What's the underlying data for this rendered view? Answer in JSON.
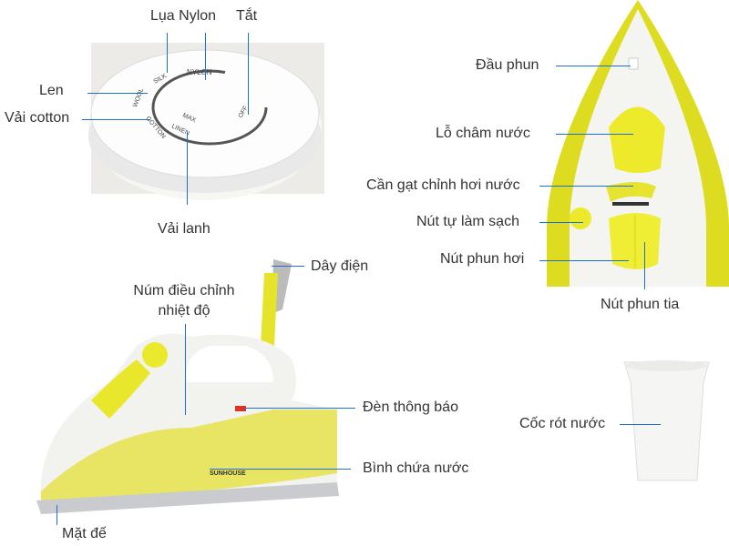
{
  "labels": {
    "silk_nylon": "Lụa Nylon",
    "off": "Tắt",
    "wool": "Len",
    "cotton": "Vải cotton",
    "linen": "Vải lanh",
    "spray_head": "Đầu phun",
    "water_inlet": "Lỗ châm nước",
    "steam_lever": "Cần gạt chỉnh hơi nước",
    "self_clean": "Nút tự làm sạch",
    "steam_burst": "Nút phun hơi",
    "spray_button": "Nút phun tia",
    "power_cord": "Dây điện",
    "temp_knob_line1": "Núm điều chỉnh",
    "temp_knob_line2": "nhiệt độ",
    "indicator_light": "Đèn thông báo",
    "water_tank": "Bình chứa nước",
    "soleplate": "Mặt đế",
    "measuring_cup": "Cốc rót nước"
  },
  "dial_markings": [
    "NYLON",
    "SILK",
    "WOOL",
    "COTTON",
    "LINEN",
    "MAX",
    "OFF"
  ],
  "brand_logo": "SUNHOUSE",
  "colors": {
    "accent_line": "#1f6fd1",
    "iron_yellow": "#e8e62a",
    "text": "#333333"
  }
}
